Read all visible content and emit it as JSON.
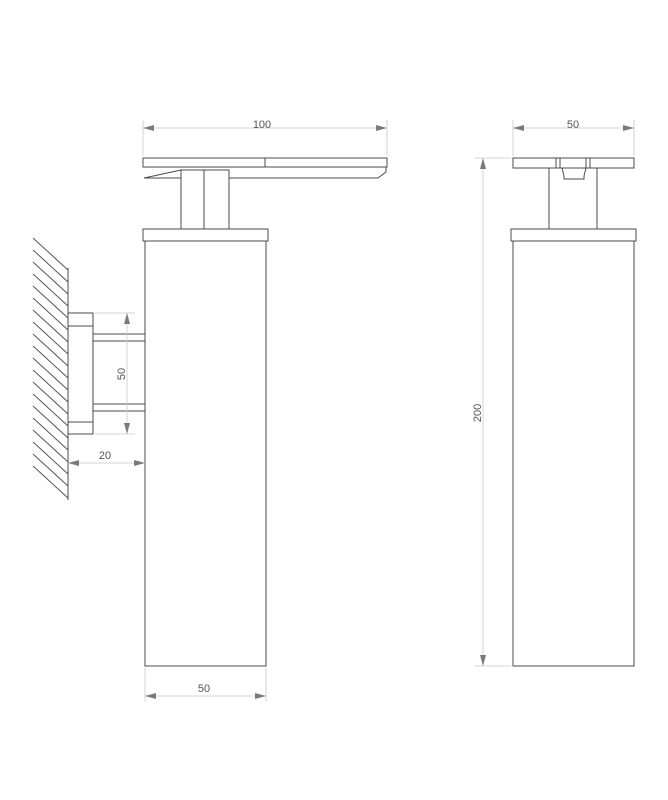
{
  "drawing": {
    "side_view": {
      "width_top": "100",
      "wall_spacing": "50",
      "wall_offset": "20",
      "body_width": "50"
    },
    "front_view": {
      "width_top": "50",
      "height": "200"
    },
    "colors": {
      "line": "#4a4a55",
      "dimension": "#7a7a7a"
    }
  }
}
